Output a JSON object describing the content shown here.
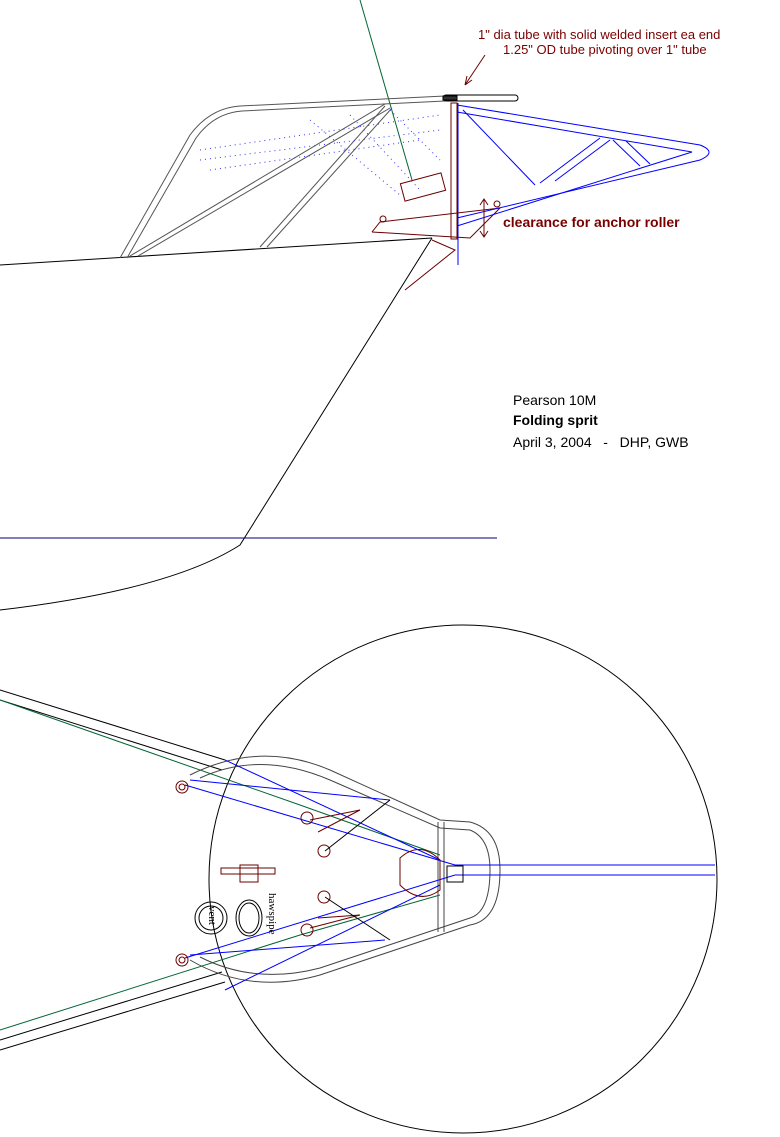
{
  "annotations": {
    "tube_note": "1\" dia tube with solid welded insert ea end",
    "pivot_note": "1.25\"  OD tube pivoting over 1\" tube",
    "clearance_note": "clearance for anchor roller"
  },
  "title_block": {
    "boat": "Pearson 10M",
    "subject": "Folding sprit",
    "date_authors": "April 3, 2004   -   DHP, GWB"
  },
  "plan_labels": {
    "vent": "vent",
    "hawspipe": "hawspipe"
  },
  "colors": {
    "hull": "#000000",
    "pulpit": "#444444",
    "sprit": "#0000ff",
    "bracket": "#6b0000",
    "centerline": "#006633",
    "waterline": "#000080"
  }
}
